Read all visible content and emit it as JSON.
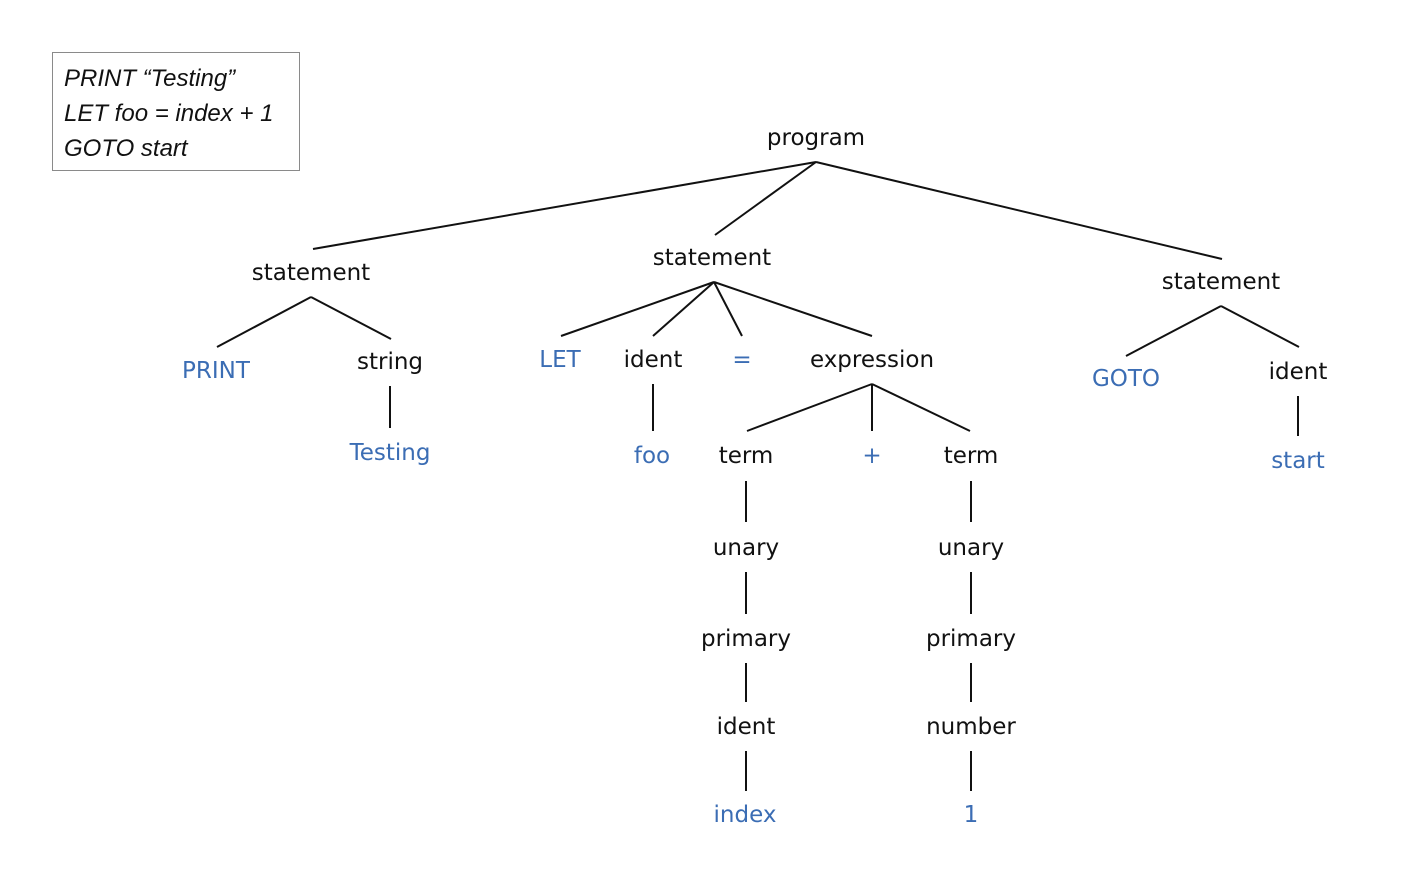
{
  "source_code": {
    "lines": [
      "PRINT “Testing”",
      "LET foo = index + 1",
      "GOTO start"
    ]
  },
  "colors": {
    "nonterminal": "#111111",
    "terminal": "#3b6db4",
    "edge": "#111111"
  },
  "tree": {
    "nodes": [
      {
        "id": "program",
        "label": "program",
        "kind": "nonterminal"
      },
      {
        "id": "stmt_print",
        "label": "statement",
        "kind": "nonterminal"
      },
      {
        "id": "stmt_let",
        "label": "statement",
        "kind": "nonterminal"
      },
      {
        "id": "stmt_goto",
        "label": "statement",
        "kind": "nonterminal"
      },
      {
        "id": "kw_print",
        "label": "PRINT",
        "kind": "terminal"
      },
      {
        "id": "string",
        "label": "string",
        "kind": "nonterminal"
      },
      {
        "id": "str_testing",
        "label": "Testing",
        "kind": "terminal"
      },
      {
        "id": "kw_let",
        "label": "LET",
        "kind": "terminal"
      },
      {
        "id": "ident_let",
        "label": "ident",
        "kind": "nonterminal"
      },
      {
        "id": "eq",
        "label": "=",
        "kind": "terminal"
      },
      {
        "id": "expression",
        "label": "expression",
        "kind": "nonterminal"
      },
      {
        "id": "foo",
        "label": "foo",
        "kind": "terminal"
      },
      {
        "id": "term_left",
        "label": "term",
        "kind": "nonterminal"
      },
      {
        "id": "plus",
        "label": "+",
        "kind": "terminal"
      },
      {
        "id": "term_right",
        "label": "term",
        "kind": "nonterminal"
      },
      {
        "id": "unary_left",
        "label": "unary",
        "kind": "nonterminal"
      },
      {
        "id": "unary_right",
        "label": "unary",
        "kind": "nonterminal"
      },
      {
        "id": "primary_left",
        "label": "primary",
        "kind": "nonterminal"
      },
      {
        "id": "primary_right",
        "label": "primary",
        "kind": "nonterminal"
      },
      {
        "id": "ident_index",
        "label": "ident",
        "kind": "nonterminal"
      },
      {
        "id": "number",
        "label": "number",
        "kind": "nonterminal"
      },
      {
        "id": "index",
        "label": "index",
        "kind": "terminal"
      },
      {
        "id": "one",
        "label": "1",
        "kind": "terminal"
      },
      {
        "id": "kw_goto",
        "label": "GOTO",
        "kind": "terminal"
      },
      {
        "id": "ident_goto",
        "label": "ident",
        "kind": "nonterminal"
      },
      {
        "id": "start",
        "label": "start",
        "kind": "terminal"
      }
    ],
    "edges": [
      [
        "program",
        "stmt_print"
      ],
      [
        "program",
        "stmt_let"
      ],
      [
        "program",
        "stmt_goto"
      ],
      [
        "stmt_print",
        "kw_print"
      ],
      [
        "stmt_print",
        "string"
      ],
      [
        "string",
        "str_testing"
      ],
      [
        "stmt_let",
        "kw_let"
      ],
      [
        "stmt_let",
        "ident_let"
      ],
      [
        "stmt_let",
        "eq"
      ],
      [
        "stmt_let",
        "expression"
      ],
      [
        "ident_let",
        "foo"
      ],
      [
        "expression",
        "term_left"
      ],
      [
        "expression",
        "plus"
      ],
      [
        "expression",
        "term_right"
      ],
      [
        "term_left",
        "unary_left"
      ],
      [
        "unary_left",
        "primary_left"
      ],
      [
        "primary_left",
        "ident_index"
      ],
      [
        "ident_index",
        "index"
      ],
      [
        "term_right",
        "unary_right"
      ],
      [
        "unary_right",
        "primary_right"
      ],
      [
        "primary_right",
        "number"
      ],
      [
        "number",
        "one"
      ],
      [
        "stmt_goto",
        "kw_goto"
      ],
      [
        "stmt_goto",
        "ident_goto"
      ],
      [
        "ident_goto",
        "start"
      ]
    ]
  }
}
